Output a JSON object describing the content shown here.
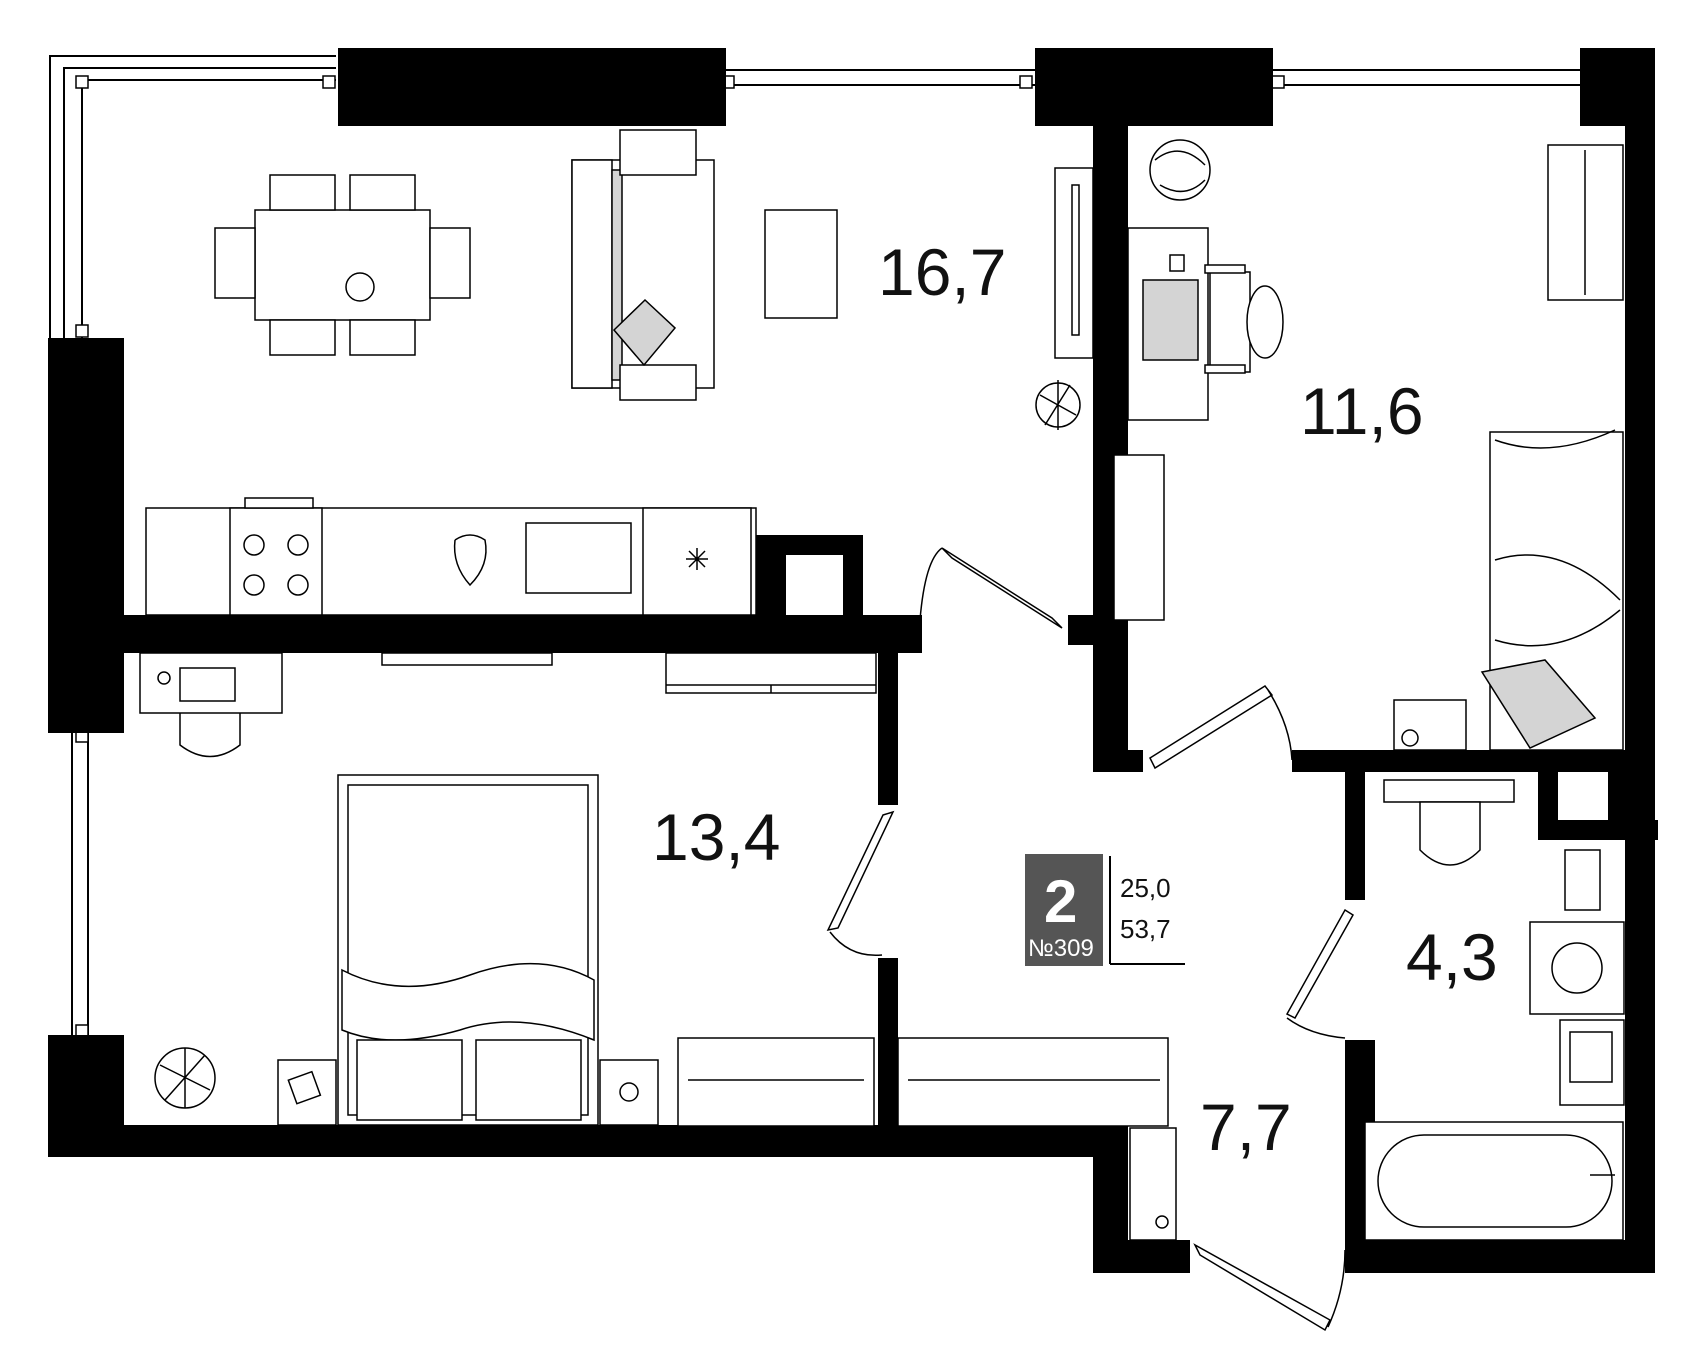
{
  "rooms": [
    {
      "name": "living-kitchen",
      "area": "16,7"
    },
    {
      "name": "bedroom-small",
      "area": "11,6"
    },
    {
      "name": "bedroom",
      "area": "13,4"
    },
    {
      "name": "bathroom",
      "area": "4,3"
    },
    {
      "name": "hallway",
      "area": "7,7"
    }
  ],
  "summary": {
    "room_count": "2",
    "apartment_number": "№309",
    "living_area": "25,0",
    "total_area": "53,7"
  },
  "colors": {
    "wall": "#000000",
    "badge": "#555555",
    "furniture_accent": "#d4d4d4"
  }
}
